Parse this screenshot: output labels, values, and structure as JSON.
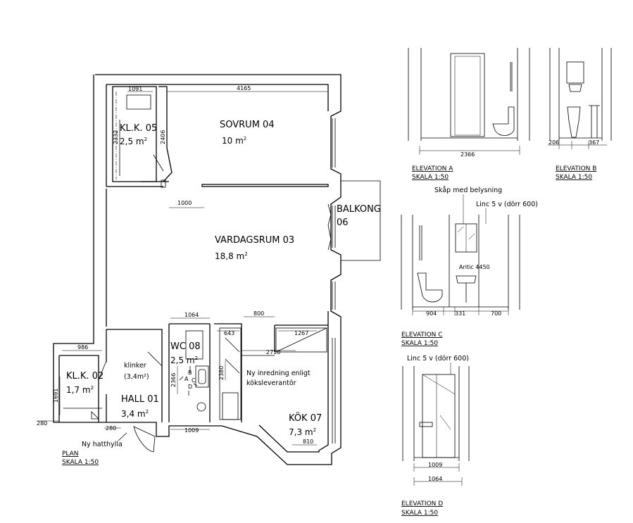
{
  "plan": {
    "rooms": {
      "sovrum": {
        "name": "SOVRUM 04",
        "area": "10 m"
      },
      "kk05": {
        "name": "KL.K. 05",
        "area": "2,5 m"
      },
      "vardagsrum": {
        "name": "VARDAGSRUM 03",
        "area": "18,8 m"
      },
      "balkong": {
        "name": "BALKONG",
        "number": "06"
      },
      "kk02": {
        "name": "KL.K. 02",
        "area": "1,7 m"
      },
      "hall": {
        "name": "HALL 01",
        "area": "3,4 m"
      },
      "wc": {
        "name": "WC 08",
        "area": "2,5 m"
      },
      "kok": {
        "name": "KÖK 07",
        "area": "7,3 m"
      }
    },
    "sup": "2",
    "notes": {
      "klinker": "klinker",
      "klinker_area": "(3,4m²)",
      "inredning_1": "Ny inredning enligt",
      "inredning_2": "köksleverantör",
      "hatthylla": "Ny hatthylla"
    },
    "dims": {
      "d1091": "1091",
      "d4165": "4165",
      "d2332": "2332",
      "d2406": "2406",
      "d1000": "1000",
      "d986": "986",
      "d1691": "1691",
      "d280a": "280",
      "d280b": "280",
      "d1064": "1064",
      "d800": "800",
      "d643": "643",
      "d1267": "1267",
      "d2710": "2710",
      "d2366": "2366",
      "d2380": "2380",
      "d1009": "1009",
      "d810": "810"
    },
    "wc_markers": {
      "a": "A",
      "b": "B",
      "c": "C",
      "d": "D"
    },
    "caption": {
      "title": "PLAN",
      "scale": "SKALA 1:50"
    }
  },
  "elevation_a": {
    "dim": "2366",
    "title": "ELEVATION A",
    "scale": "SKALA 1:50"
  },
  "elevation_b": {
    "dim_left": "206",
    "dim_right": "367",
    "title": "ELEVATION B",
    "scale": "SKALA 1:50"
  },
  "elevation_c": {
    "note_1": "Skåp med belysning",
    "note_2": "Linc 5 v (dörr 600)",
    "dims": [
      "904",
      "331",
      "700"
    ],
    "title": "ELEVATION C",
    "scale": "SKALA 1:50"
  },
  "elevation_d": {
    "note": "Linc 5 v (dörr 600)",
    "dims": [
      "1009",
      "1064"
    ],
    "title": "ELEVATION D",
    "scale": "SKALA 1:50"
  }
}
